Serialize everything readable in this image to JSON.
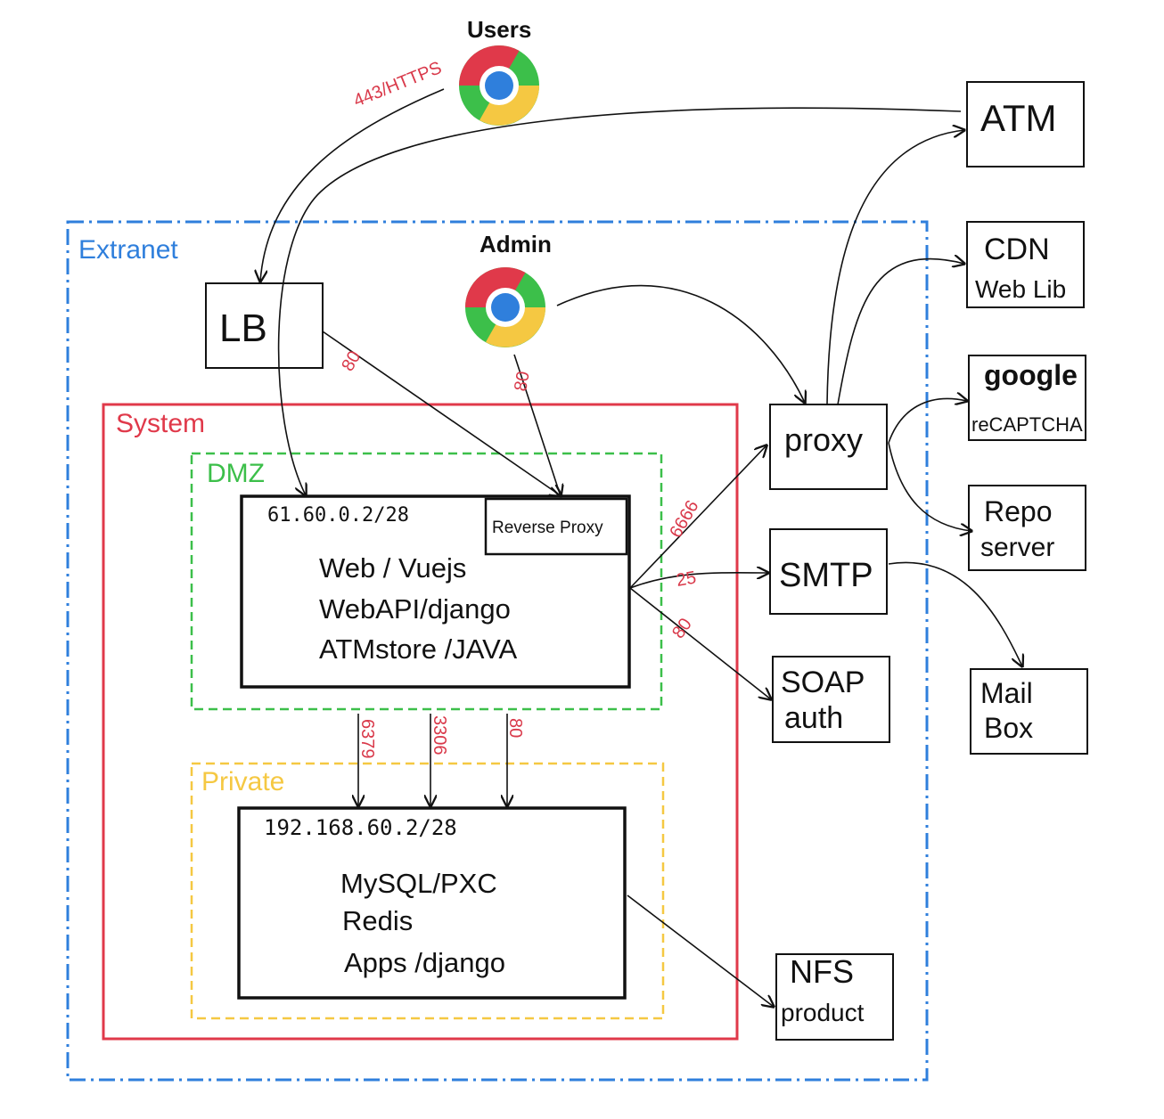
{
  "users": {
    "label": "Users"
  },
  "admin": {
    "label": "Admin"
  },
  "zones": {
    "extranet": "Extranet",
    "system": "System",
    "dmz": "DMZ",
    "private": "Private"
  },
  "colors": {
    "extranet": "#2f7fdc",
    "system": "#e0394a",
    "dmz": "#3cbf4a",
    "private": "#f5c842",
    "port": "#d9394a"
  },
  "nodes": {
    "lb": "LB",
    "proxy": "proxy",
    "smtp": "SMTP",
    "soap_line1": "SOAP",
    "soap_line2": "auth",
    "atm": "ATM",
    "cdn_line1": "CDN",
    "cdn_line2": "Web Lib",
    "google_line1": "google",
    "google_line2": "reCAPTCHA",
    "repo_line1": "Repo",
    "repo_line2": "server",
    "mail_line1": "Mail",
    "mail_line2": "Box",
    "nfs_line1": "NFS",
    "nfs_line2": "product"
  },
  "dmz_server": {
    "ip": "61.60.0.2/28",
    "reverse_proxy": "Reverse Proxy",
    "lines": [
      "Web / Vuejs",
      "WebAPI/django",
      "ATMstore /JAVA"
    ]
  },
  "private_server": {
    "ip": "192.168.60.2/28",
    "lines": [
      "MySQL/PXC",
      "Redis",
      "Apps /django"
    ]
  },
  "ports": {
    "users_https": "443/HTTPS",
    "lb_80": "80",
    "admin_80": "80",
    "proxy_6666": "6666",
    "smtp_25": "25",
    "soap_80": "80",
    "db_6379": "6379",
    "db_3306": "3306",
    "db_80": "80"
  }
}
